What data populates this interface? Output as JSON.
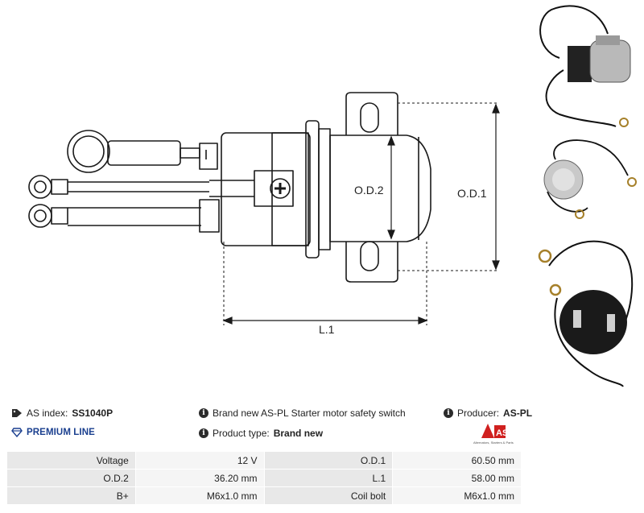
{
  "diagram": {
    "od2_label": "O.D.2",
    "od1_label": "O.D.1",
    "l1_label": "L.1"
  },
  "info": {
    "as_index_label": "AS index:",
    "as_index_value": "SS1040P",
    "premium_label": "PREMIUM LINE",
    "description": "Brand new AS-PL Starter motor safety switch",
    "product_type_label": "Product type:",
    "product_type_value": "Brand new",
    "producer_label": "Producer:",
    "producer_value": "AS-PL",
    "logo_text": "AS",
    "logo_tagline": "Alternators, Starters & Parts"
  },
  "specs": [
    {
      "label": "Voltage",
      "value": "12 V",
      "label2": "O.D.1",
      "value2": "60.50 mm"
    },
    {
      "label": "O.D.2",
      "value": "36.20 mm",
      "label2": "L.1",
      "value2": "58.00 mm"
    },
    {
      "label": "B+",
      "value": "M6x1.0 mm",
      "label2": "Coil bolt",
      "value2": "M6x1.0 mm"
    }
  ],
  "colors": {
    "accent_red": "#d0201f",
    "premium_blue": "#1a3f8f",
    "label_bg": "#e8e8e8",
    "value_bg": "#f5f5f5"
  }
}
